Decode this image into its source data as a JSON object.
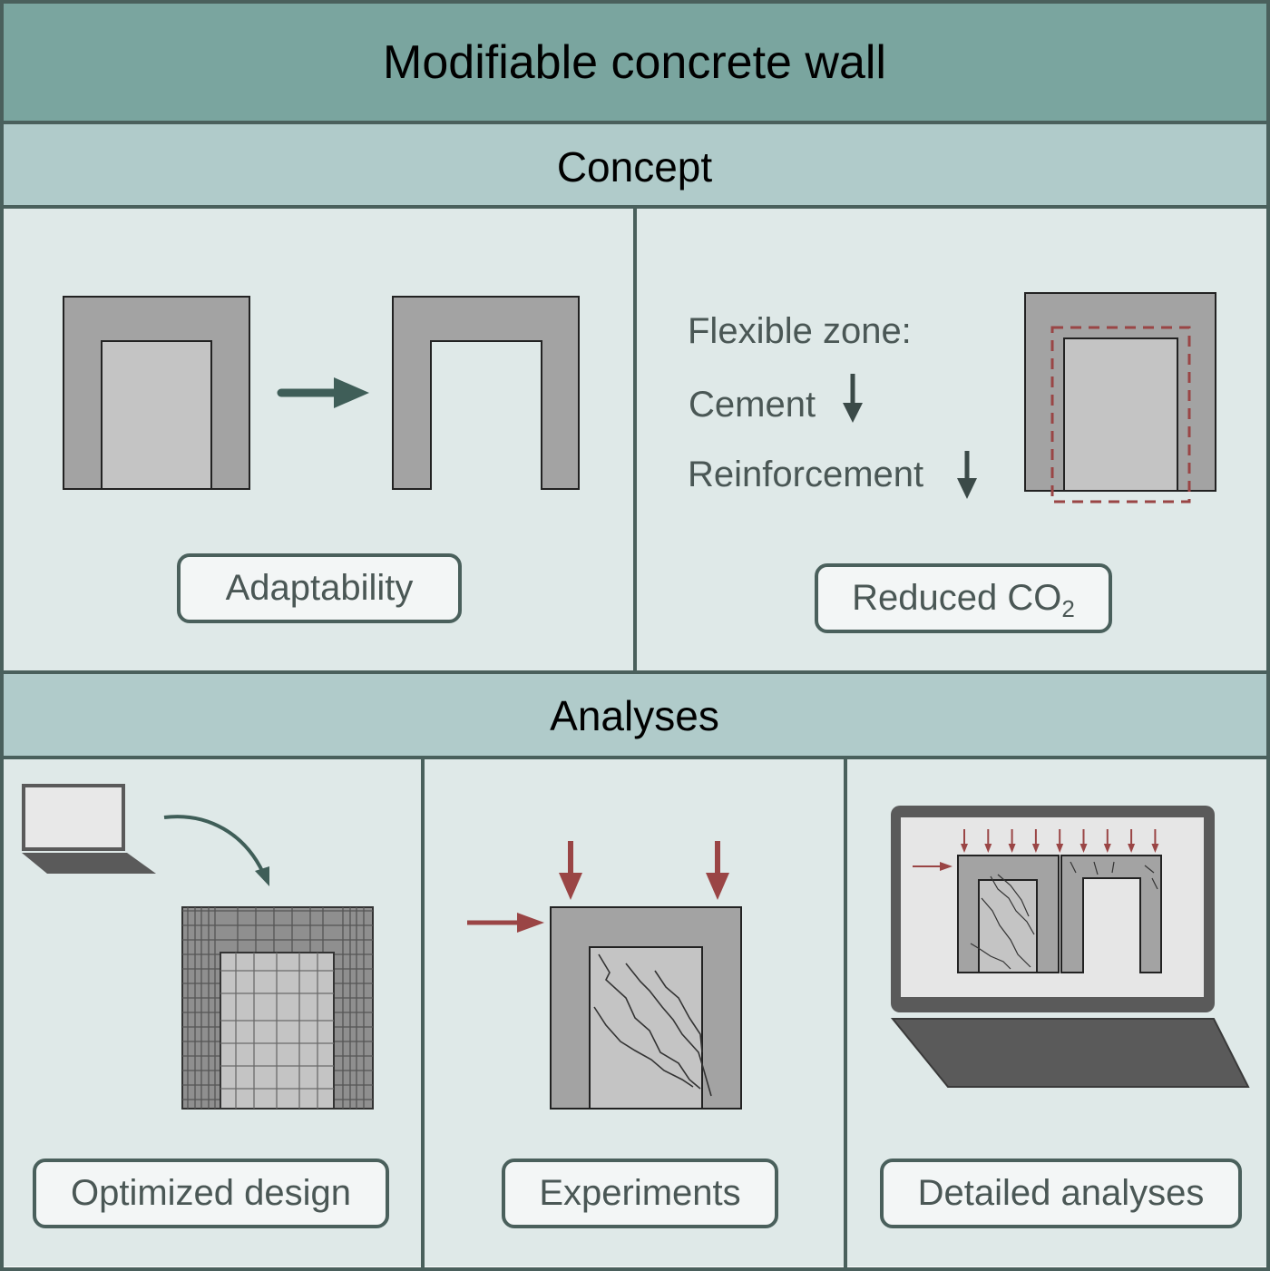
{
  "title": "Modifiable concrete wall",
  "concept": {
    "heading": "Concept",
    "adaptability_label": "Adaptability",
    "flexible_zone": "Flexible zone:",
    "cement": "Cement",
    "reinforcement": "Reinforcement",
    "reduced_label": "Reduced CO",
    "reduced_sub": "2"
  },
  "analyses": {
    "heading": "Analyses",
    "optimized_label": "Optimized design",
    "experiments_label": "Experiments",
    "detailed_label": "Detailed analyses"
  },
  "colors": {
    "border": "#4a605c",
    "title_band": "#7aa59f",
    "sub_band": "#b0cbca",
    "panel": "#dfe9e8",
    "wall_dark": "#a3a3a3",
    "wall_light": "#c4c4c4",
    "arrow_teal": "#3f5e58",
    "load_red": "#9a4545",
    "laptop_dark": "#5a5a5a"
  }
}
